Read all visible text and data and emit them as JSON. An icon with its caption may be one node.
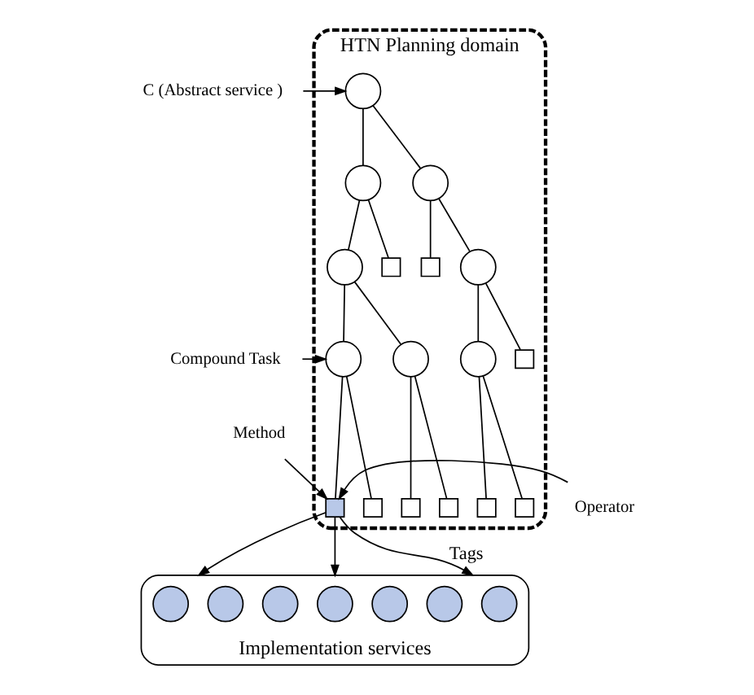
{
  "diagram": {
    "nodes": [
      {
        "text": [
          "HTN Planning domain"
        ]
      },
      {
        "text": [],
        "shape": "circle",
        "in": 0
      },
      {
        "text": [],
        "shape": "circle",
        "in": 0
      },
      {
        "text": [],
        "shape": "circle",
        "in": 0
      },
      {
        "text": [],
        "shape": "circle",
        "in": 0
      },
      {
        "text": [],
        "shape": "box",
        "in": 0
      },
      {
        "text": [],
        "shape": "box",
        "in": 0
      },
      {
        "text": [],
        "shape": "circle",
        "in": 0
      },
      {
        "text": [],
        "shape": "circle",
        "in": 0
      },
      {
        "text": [],
        "shape": "circle",
        "in": 0
      },
      {
        "text": [],
        "shape": "circle",
        "in": 0
      },
      {
        "text": [],
        "shape": "box",
        "in": 0
      },
      {
        "text": [],
        "shape": "box",
        "in": 0
      },
      {
        "text": [],
        "shape": "box",
        "in": 0
      },
      {
        "text": [],
        "shape": "box",
        "in": 0
      },
      {
        "text": [],
        "shape": "box",
        "in": 0
      },
      {
        "text": [],
        "shape": "box",
        "in": 0
      },
      {
        "text": [],
        "shape": "box",
        "in": 0
      },
      {
        "text": [
          "C (Abstract service )"
        ]
      },
      {
        "text": [
          "Compound Task"
        ]
      },
      {
        "text": [
          "Method"
        ]
      },
      {
        "text": [
          "Operator"
        ]
      },
      {
        "text": [
          "Implementation services"
        ]
      },
      {
        "text": [],
        "shape": "circle",
        "in": 22
      },
      {
        "text": [],
        "shape": "circle",
        "in": 22
      },
      {
        "text": [],
        "shape": "circle",
        "in": 22
      },
      {
        "text": [],
        "shape": "circle",
        "in": 22
      },
      {
        "text": [],
        "shape": "circle",
        "in": 22
      },
      {
        "text": [],
        "shape": "circle",
        "in": 22
      },
      {
        "text": [],
        "shape": "circle",
        "in": 22
      }
    ],
    "edges": [
      {
        "from": 1,
        "to": 2,
        "arrow": "none"
      },
      {
        "from": 1,
        "to": 3,
        "arrow": "none"
      },
      {
        "from": 2,
        "to": 4,
        "arrow": "none"
      },
      {
        "from": 2,
        "to": 5,
        "arrow": "none"
      },
      {
        "from": 3,
        "to": 6,
        "arrow": "none"
      },
      {
        "from": 3,
        "to": 7,
        "arrow": "none"
      },
      {
        "from": 4,
        "to": 8,
        "arrow": "none"
      },
      {
        "from": 4,
        "to": 9,
        "arrow": "none"
      },
      {
        "from": 7,
        "to": 10,
        "arrow": "none"
      },
      {
        "from": 7,
        "to": 11,
        "arrow": "none"
      },
      {
        "from": 8,
        "to": 12,
        "arrow": "none"
      },
      {
        "from": 8,
        "to": 13,
        "arrow": "none"
      },
      {
        "from": 9,
        "to": 14,
        "arrow": "none"
      },
      {
        "from": 9,
        "to": 15,
        "arrow": "none"
      },
      {
        "from": 10,
        "to": 16,
        "arrow": "none"
      },
      {
        "from": 10,
        "to": 17,
        "arrow": "none"
      },
      {
        "from": 18,
        "to": 1,
        "arrow": "to"
      },
      {
        "from": 19,
        "to": 8,
        "arrow": "to"
      },
      {
        "from": 20,
        "to": 12,
        "arrow": "to"
      },
      {
        "from": 21,
        "to": 12,
        "arrow": "to"
      },
      {
        "from": 12,
        "to": 22,
        "arrow": "to"
      },
      {
        "from": 12,
        "to": 22,
        "arrow": "to"
      },
      {
        "from": 12,
        "to": 22,
        "label": "Tags",
        "arrow": "to"
      }
    ]
  }
}
